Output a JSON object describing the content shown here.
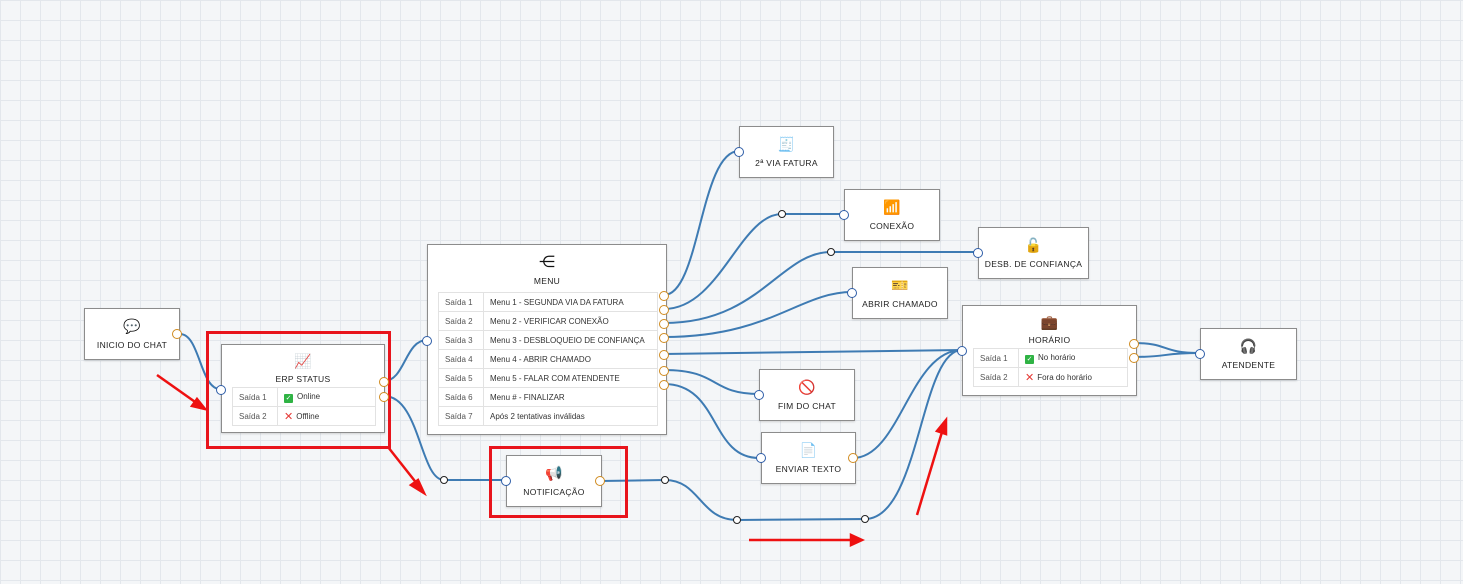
{
  "colors": {
    "wire": "#3e7bb3",
    "port_in": "#2f5ea8",
    "port_out": "#d08b1f",
    "highlight": "#e8141c",
    "arrow": "#ee1111"
  },
  "nodes": {
    "start": {
      "title": "INICIO DO CHAT",
      "icon": "chat-bubble-icon"
    },
    "erp": {
      "title": "ERP STATUS",
      "icon": "file-pulse-icon",
      "outputs": [
        {
          "label": "Saída 1",
          "value": "Online",
          "status": "ok"
        },
        {
          "label": "Saída 2",
          "value": "Offline",
          "status": "error"
        }
      ]
    },
    "menu": {
      "title": "MENU",
      "icon": "sitemap-icon",
      "outputs": [
        {
          "label": "Saída 1",
          "value": "Menu 1 - SEGUNDA VIA DA FATURA"
        },
        {
          "label": "Saída 2",
          "value": "Menu 2 - VERIFICAR CONEXÃO"
        },
        {
          "label": "Saída 3",
          "value": "Menu 3 - DESBLOQUEIO DE CONFIANÇA"
        },
        {
          "label": "Saída 4",
          "value": "Menu 4 - ABRIR CHAMADO"
        },
        {
          "label": "Saída 5",
          "value": "Menu 5 - FALAR COM ATENDENTE"
        },
        {
          "label": "Saída 6",
          "value": "Menu # - FINALIZAR"
        },
        {
          "label": "Saída 7",
          "value": "Após 2 tentativas inválidas"
        }
      ]
    },
    "fatura": {
      "title": "2ª VIA FATURA",
      "icon": "invoice-icon"
    },
    "conexao": {
      "title": "CONEXÃO",
      "icon": "wifi-icon"
    },
    "desb": {
      "title": "DESB. DE CONFIANÇA",
      "icon": "unlock-icon"
    },
    "chamado": {
      "title": "ABRIR CHAMADO",
      "icon": "ticket-icon"
    },
    "fim": {
      "title": "FIM DO CHAT",
      "icon": "chat-off-icon"
    },
    "texto": {
      "title": "ENVIAR TEXTO",
      "icon": "word-file-icon"
    },
    "notif": {
      "title": "NOTIFICAÇÃO",
      "icon": "megaphone-icon"
    },
    "horario": {
      "title": "HORÁRIO",
      "icon": "briefcase-clock-icon",
      "outputs": [
        {
          "label": "Saída 1",
          "value": "No horário",
          "status": "ok"
        },
        {
          "label": "Saída 2",
          "value": "Fora do horário",
          "status": "error"
        }
      ]
    },
    "atendente": {
      "title": "ATENDENTE",
      "icon": "headset-icon"
    }
  }
}
